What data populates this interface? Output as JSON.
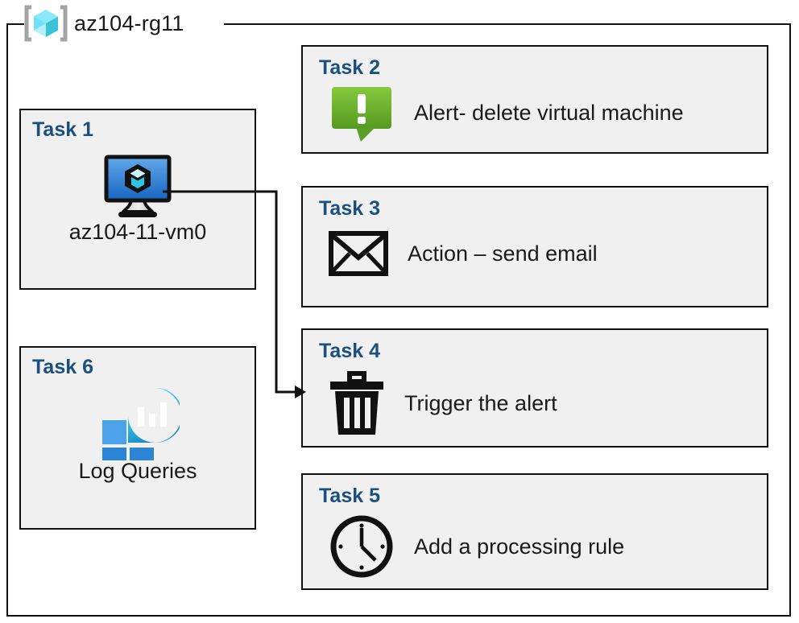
{
  "resource_group": {
    "title": "az104-rg11",
    "icon": "azure-resource-group-cube-icon"
  },
  "colors": {
    "task_label": "#1b4f7d",
    "box_fill": "#f0f0f0",
    "box_border": "#111111",
    "alert_green_light": "#86c440",
    "alert_green_dark": "#5a9c22",
    "vm_blue_light": "#5ba3e8",
    "vm_blue_dark": "#1565c0",
    "log_cyan": "#32d0e8",
    "log_blue": "#1f83c7",
    "tile_blue_light": "#4aa0e8",
    "tile_blue_dark": "#2b84d4",
    "rg_cube_cyan": "#5ee0f5",
    "rg_cube_teal": "#3ec6d8",
    "rg_bracket_gray": "#a0a0a0"
  },
  "tasks": [
    {
      "id": "task1",
      "label": "Task 1",
      "caption": "az104-11-vm0",
      "icon": "virtual-machine-icon",
      "column": "left"
    },
    {
      "id": "task2",
      "label": "Task 2",
      "caption": "Alert- delete virtual machine",
      "icon": "alert-speech-bubble-icon",
      "column": "right"
    },
    {
      "id": "task3",
      "label": "Task 3",
      "caption": "Action – send email",
      "icon": "envelope-icon",
      "column": "right"
    },
    {
      "id": "task4",
      "label": "Task 4",
      "caption": "Trigger the alert",
      "icon": "trash-can-icon",
      "column": "right"
    },
    {
      "id": "task5",
      "label": "Task 5",
      "caption": "Add a processing rule",
      "icon": "clock-icon",
      "column": "right"
    },
    {
      "id": "task6",
      "label": "Task 6",
      "caption": "Log Queries",
      "icon": "log-analytics-icon",
      "column": "left"
    }
  ],
  "connector": {
    "from": "task1-virtual-machine-icon",
    "to": "task4-box",
    "style": "elbow-arrow"
  }
}
